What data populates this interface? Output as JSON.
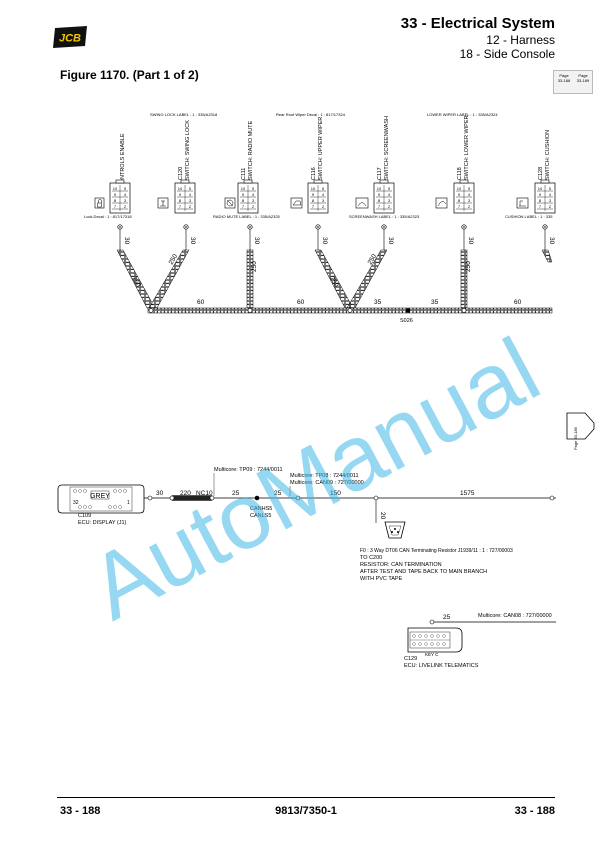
{
  "header": {
    "logo_text": "JCB",
    "section_title": "33 - Electrical System",
    "subsection_1": "12 - Harness",
    "subsection_2": "18 - Side Console"
  },
  "figure_title": "Figure 1170. (Part 1 of 2)",
  "page_index": {
    "page_label_1": "Page",
    "page_value_1": "33-188",
    "page_label_2": "Page",
    "page_value_2": "33-189"
  },
  "continuation_arrow": {
    "label": "Page 33-189"
  },
  "top_connectors": [
    {
      "id": "C122",
      "desc": "SWITCH: CONTROLS ENABLE",
      "length": "30"
    },
    {
      "id": "C120",
      "desc": "SWITCH: SWING LOCK",
      "length": "30"
    },
    {
      "id": "C111",
      "desc": "SWITCH: RADIO MUTE",
      "length": "30"
    },
    {
      "id": "C116",
      "desc": "SWITCH: UPPER WIPER",
      "length": "30"
    },
    {
      "id": "C117",
      "desc": "SWITCH: SCREENWASH",
      "length": "30"
    },
    {
      "id": "C118",
      "desc": "SWITCH: LOWER WIPER",
      "length": "30"
    },
    {
      "id": "C128",
      "desc": "SWITCH: CUSHION",
      "length": "30"
    }
  ],
  "labels_above": {
    "swing_lock": "SWING LOCK LABEL : 1 : 335/A2318",
    "rear_roof_wiper": "Rear Roof Wiper Decal : 1 : 817/17324",
    "lower_wiper": "LOWER WIPER LABEL : 1 : 335/A2324"
  },
  "labels_below": {
    "lock_decal": "Lock Decal : 1 : 817/17318",
    "radio_mute": "RADIO MUTE LABEL : 1 : 335/A2325",
    "screenwash": "SCREENWASH LABEL : 1 : 335/A2323",
    "cushion": "CUSHION LABEL : 1 : 335"
  },
  "top_branch_lengths": {
    "b1": "250",
    "b2": "250",
    "b3": "250",
    "b4": "250",
    "b5": "250",
    "b6": "250"
  },
  "top_bus_lengths": {
    "s1": "60",
    "s2": "60",
    "s3": "35",
    "s4": "35",
    "s5": "60"
  },
  "splice_label": "S026",
  "bottom": {
    "multicore_1": "Multicore: TP09 : 7244/0011",
    "multicore_2": "Multicore: TP08 : 7244/0011",
    "multicore_3": "Multicore: CAN09 : 727/00000",
    "seg_30": "30",
    "seg_220": "220",
    "nc10": "NC10",
    "seg_25a": "25",
    "seg_25b": "25",
    "seg_150": "150",
    "seg_1575": "1575",
    "seg_20": "20",
    "canhs": "CANHS5",
    "canls": "CANLS5",
    "grey": "GREY",
    "pin_32": "32",
    "pin_1": "1",
    "c109_id": "C109",
    "c109_desc": "ECU: DISPLAY (J1)",
    "f0_note": "F0 : 3 Way DT06 CAN Terminating Resistor J1939/11 : 1 : 727/00003",
    "to_c200": "TO C200",
    "resistor": "RESISTOR: CAN TERMINATION",
    "note_1": "AFTER TEST AND TAPE BACK TO MAIN BRANCH",
    "note_2": "WITH PVC TAPE",
    "seg_25c": "25",
    "multicore_4": "Multicore: CAN08 : 727/00000",
    "c129_id": "C129",
    "c129_desc": "ECU: LIVELINK TELEMATICS",
    "key_label": "KEY C"
  },
  "watermark_text": "AutoManual",
  "footer": {
    "left": "33 - 188",
    "middle": "9813/7350-1",
    "right": "33 - 188"
  }
}
